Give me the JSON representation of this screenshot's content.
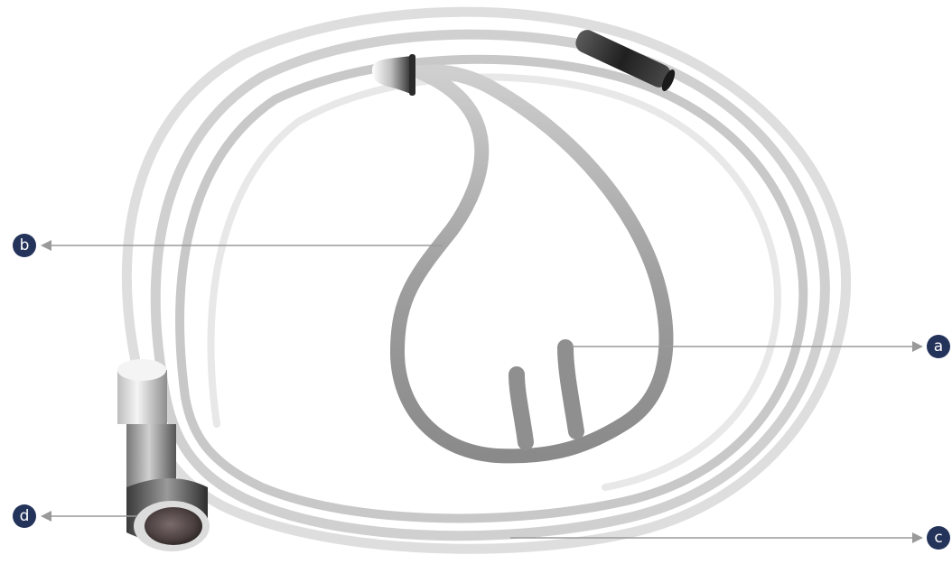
{
  "diagram": {
    "callouts": [
      {
        "id": "a",
        "label": "a"
      },
      {
        "id": "b",
        "label": "b"
      },
      {
        "id": "c",
        "label": "c"
      },
      {
        "id": "d",
        "label": "d"
      }
    ],
    "colors": {
      "badge": "#24335a",
      "arrow": "#9a9a9a",
      "tube_light": "#e6e6e6",
      "tube_mid": "#bdbdbd",
      "tube_dark": "#8c8c8c",
      "sleeve_dark": "#2b2b2b"
    },
    "illustration": "nasal-cannula-oxygen-tubing"
  }
}
